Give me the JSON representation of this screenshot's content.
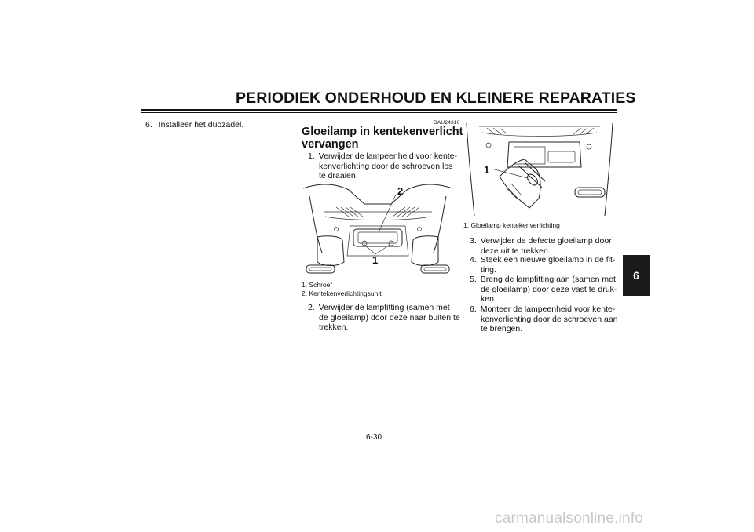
{
  "header": {
    "title": "PERIODIEK ONDERHOUD EN KLEINERE REPARATIES"
  },
  "chapter_tab": "6",
  "col1": {
    "step6": {
      "num": "6.",
      "text": "Installeer het duozadel."
    }
  },
  "col2": {
    "code": "DAU24310",
    "title_line1": "Gloeilamp in kentekenverlichting",
    "title_line2": "vervangen",
    "step1": {
      "num": "1.",
      "line1": "Verwijder de lampeenheid voor kente-",
      "line2": "kenverlichting door de schroeven los",
      "line3": "te draaien."
    },
    "figure1": {
      "callout1": "1",
      "callout2": "2"
    },
    "captions": [
      "1.  Schroef",
      "2.  Kentekenverlichtingsunit"
    ],
    "step2": {
      "num": "2.",
      "line1": "Verwijder de lampfitting (samen met",
      "line2": "de gloeilamp) door deze naar buiten te",
      "line3": "trekken."
    }
  },
  "col3": {
    "figure2": {
      "callout1": "1"
    },
    "caption": "1.  Gloeilamp kentekenverlichting",
    "step3": {
      "num": "3.",
      "line1": "Verwijder de defecte gloeilamp door",
      "line2": "deze uit te trekken."
    },
    "step4": {
      "num": "4.",
      "line1": "Steek een nieuwe gloeilamp in de fit-",
      "line2": "ting."
    },
    "step5": {
      "num": "5.",
      "line1": "Breng de lampfitting aan (samen met",
      "line2": "de gloeilamp) door deze vast te druk-",
      "line3": "ken."
    },
    "step6": {
      "num": "6.",
      "line1": "Monteer de lampeenheid voor kente-",
      "line2": "kenverlichting door de schroeven aan",
      "line3": "te brengen."
    }
  },
  "footer": {
    "page_number": "6-30",
    "watermark": "carmanualsonline.info"
  }
}
